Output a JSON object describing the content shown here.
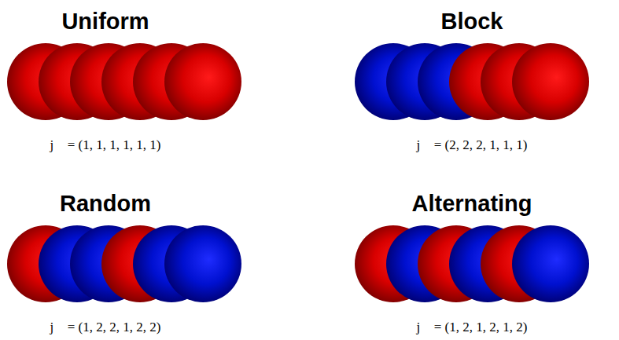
{
  "diagram": {
    "labels": [
      "Uniform",
      "j⃗ = (1, 1, 1, 1, 1, 1)",
      "Block",
      "j⃗ = (2, 2, 2, 1, 1, 1)",
      "Random",
      "j⃗ = (1, 2, 2, 1, 2, 2)",
      "Alternating",
      "j⃗ = (1, 2, 1, 2, 1, 2)"
    ]
  }
}
